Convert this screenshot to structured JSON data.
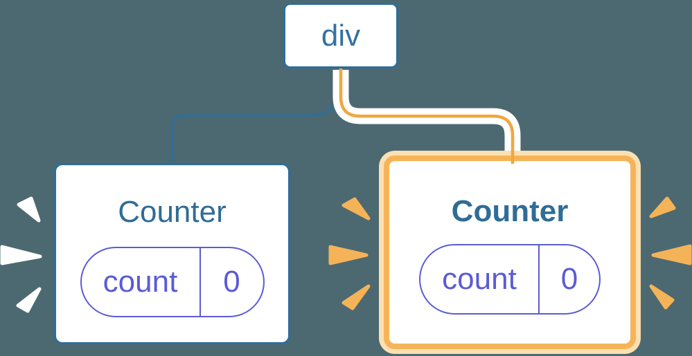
{
  "diagram": {
    "description": "Component tree: a div root with two Counter children; the second Counter is highlighted as re-rendering with its own isolated state",
    "background_color": "#4C6971",
    "root_node": {
      "label": "div"
    },
    "children": [
      {
        "title": "Counter",
        "state": {
          "label": "count",
          "value": "0"
        },
        "highlighted": false,
        "burst_color": "#FFFFFF"
      },
      {
        "title": "Counter",
        "state": {
          "label": "count",
          "value": "0"
        },
        "highlighted": true,
        "burst_color": "#F5B358"
      }
    ],
    "colors": {
      "background": "#4C6971",
      "blue_stroke": "#2D6E9E",
      "blue_text": "#306C95",
      "purple": "#5B5BD6",
      "orange_border": "#F6B458",
      "orange_halo": "#FBE0B2",
      "orange_edge": "#F0A73F",
      "card_fill": "#FFFFFF"
    }
  }
}
